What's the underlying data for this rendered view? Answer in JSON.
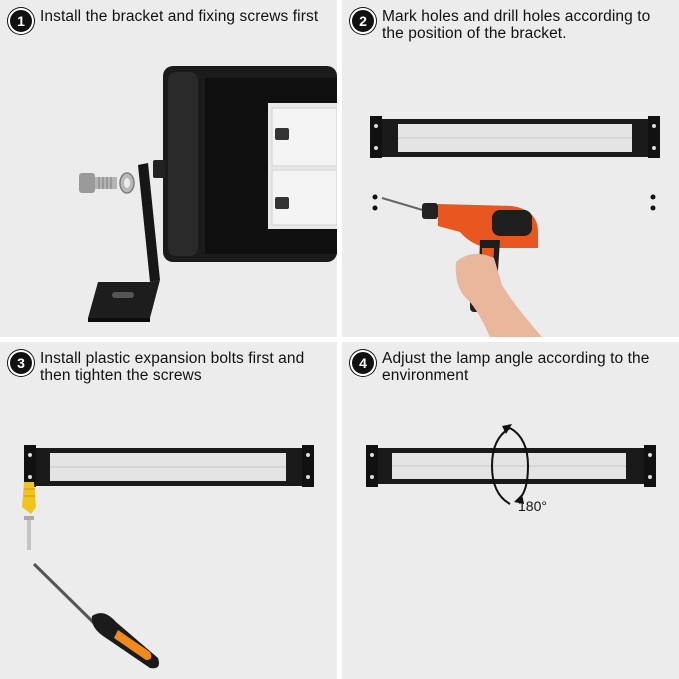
{
  "steps": [
    {
      "number": "1",
      "text": "Install the bracket and fixing screws first"
    },
    {
      "number": "2",
      "text": "Mark holes and drill holes according to the position of the bracket."
    },
    {
      "number": "3",
      "text": "Install plastic expansion bolts first and then tighten the screws"
    },
    {
      "number": "4",
      "text": "Adjust the lamp angle according to the environment"
    }
  ],
  "rotation_label": "180°",
  "colors": {
    "panel_bg": "#ececec",
    "lamp_body": "#1a1a1a",
    "led_panel": "#e6e6e6",
    "drill_orange": "#e8571f",
    "handle_orange": "#f08a1c",
    "anchor_yellow": "#f2c31a"
  },
  "icons": [
    "bracket-icon",
    "bolt-icon",
    "washer-icon",
    "drill-icon",
    "hand-icon",
    "screwdriver-icon",
    "anchor-icon",
    "screw-icon",
    "rotate-arrow-icon"
  ]
}
